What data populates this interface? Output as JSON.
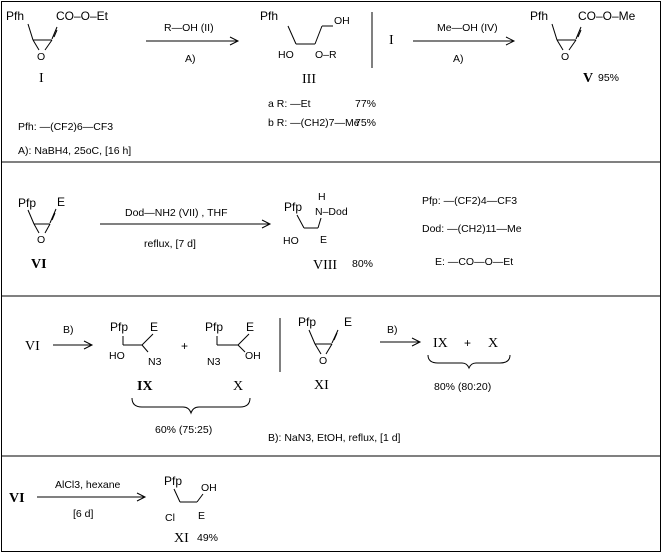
{
  "labels": {
    "pfh": "Pfh",
    "pfp": "Pfp",
    "e": "E",
    "o": "O",
    "ho": "HO",
    "oh": "OH",
    "cl": "Cl",
    "h": "H",
    "n3": "N3",
    "o_r": "O–R",
    "n_dod": "N–Dod",
    "co_o_et": "CO–O–Et",
    "co_o_me": "CO–O–Me"
  },
  "reagents": {
    "r_oh": "R—OH  (II)",
    "a_mark": "A)",
    "roman_i": "I",
    "me_oh": "Me—OH  (IV)",
    "dod_nh2": "Dod—NH2  (VII) , THF",
    "reflux_7d": "reflux,  [7 d]",
    "b_mark": "B)",
    "alcl3": "AlCl3,  hexane",
    "six_d": "[6 d]"
  },
  "compounds": {
    "I": "I",
    "III": "III",
    "V": "V",
    "VI": "VI",
    "VIII": "VIII",
    "IX": "IX",
    "X": "X",
    "XI": "XI",
    "plus": "+"
  },
  "yields": {
    "v": "95%",
    "viii": "80%",
    "ix_x": "60% (75:25)",
    "ix_x_b": "80% (80:20)",
    "xi": "49%"
  },
  "definitions": {
    "a_r": "a R: —Et",
    "a_yield": "77%",
    "b_r": "b R: —(CH2)7—Me",
    "b_yield": "75%",
    "pfh_def": "Pfh: —(CF2)6—CF3",
    "cond_a": "A): NaBH4,  25oC, [16 h]",
    "pfp_def": "Pfp: —(CF2)4—CF3",
    "dod_def": "Dod: —(CH2)11—Me",
    "e_def": "E: —CO—O—Et",
    "cond_b": "B): NaN3,  EtOH,  reflux, [1 d]"
  }
}
